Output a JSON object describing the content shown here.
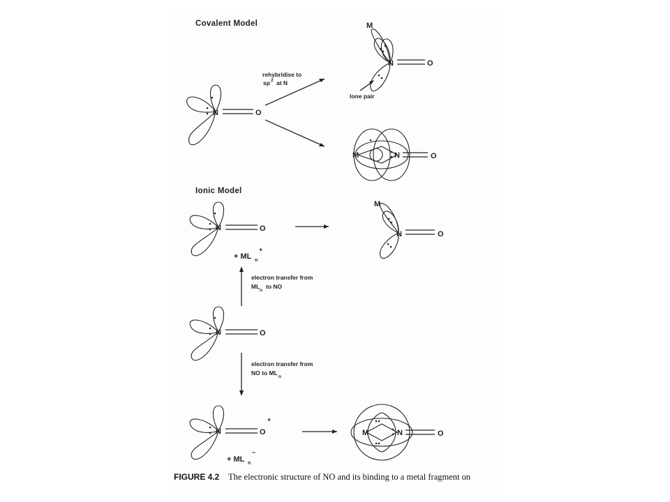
{
  "headings": {
    "covalent": "Covalent Model",
    "ionic": "Ionic Model"
  },
  "atoms": {
    "nitrogen": "N",
    "oxygen": "O",
    "metal": "M"
  },
  "labels": {
    "rehybridise_line1": "rehybridise to",
    "rehybridise_sp": "sp",
    "rehybridise_sup": "2",
    "rehybridise_line2_tail": "at N",
    "lone_pair": "lone pair",
    "mln_plus_prefix": "+ ML",
    "mln_sub": "n",
    "mln_plus_charge": "+",
    "mln_minus_charge": "−",
    "et1_line1": "electron transfer from",
    "et1_line2_a": "ML",
    "et1_line2_b": "to NO",
    "et2_line1": "electron transfer from",
    "et2_line2": "NO to ML",
    "cation_charge": "+"
  },
  "caption": {
    "figure": "FIGURE 4.2",
    "text": "The electronic structure of NO and its binding to a metal fragment on"
  },
  "colors": {
    "ink": "#222222",
    "paper": "#fdfdfc"
  }
}
